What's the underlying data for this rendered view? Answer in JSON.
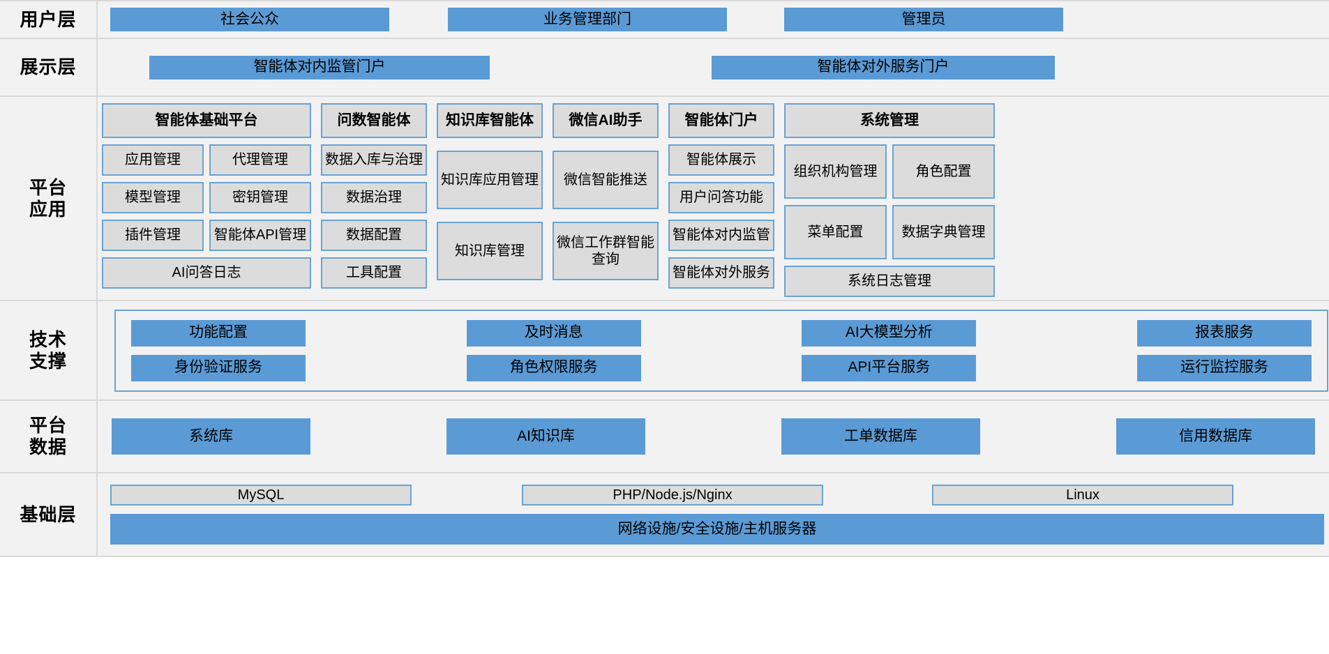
{
  "layers": {
    "user": {
      "label": "用户层",
      "items": [
        {
          "label": "社会公众"
        },
        {
          "label": "业务管理部门"
        },
        {
          "label": "管理员"
        }
      ]
    },
    "presentation": {
      "label": "展示层",
      "items": [
        {
          "label": "智能体对内监管门户"
        },
        {
          "label": "智能体对外服务门户"
        }
      ]
    },
    "platform_apps": {
      "label": "平台\n应用",
      "label_line1": "平台",
      "label_line2": "应用",
      "columns": [
        {
          "title": "智能体基础平台",
          "pairs": [
            [
              "应用管理",
              "代理管理"
            ],
            [
              "模型管理",
              "密钥管理"
            ],
            [
              "插件管理",
              "智能体API管理"
            ]
          ],
          "full": [
            "AI问答日志"
          ]
        },
        {
          "title": "问数智能体",
          "items": [
            "数据入库与治理",
            "数据治理",
            "数据配置",
            "工具配置"
          ]
        },
        {
          "title": "知识库智能体",
          "items": [
            "知识库应用管理",
            "知识库管理"
          ]
        },
        {
          "title": "微信AI助手",
          "items": [
            "微信智能推送",
            "微信工作群智能查询"
          ]
        },
        {
          "title": "智能体门户",
          "items": [
            "智能体展示",
            "用户问答功能",
            "智能体对内监管",
            "智能体对外服务"
          ]
        },
        {
          "title": "系统管理",
          "pairs": [
            [
              "组织机构管理",
              "角色配置"
            ],
            [
              "菜单配置",
              "数据字典管理"
            ]
          ],
          "full": [
            "系统日志管理"
          ]
        }
      ]
    },
    "tech_support": {
      "label_line1": "技术",
      "label_line2": "支撑",
      "row1": [
        "功能配置",
        "及时消息",
        "AI大模型分析",
        "报表服务"
      ],
      "row2": [
        "身份验证服务",
        "角色权限服务",
        "API平台服务",
        "运行监控服务"
      ]
    },
    "platform_data": {
      "label_line1": "平台",
      "label_line2": "数据",
      "items": [
        "系统库",
        "AI知识库",
        "工单数据库",
        "信用数据库"
      ]
    },
    "infrastructure": {
      "label": "基础层",
      "top": [
        "MySQL",
        "PHP/Node.js/Nginx",
        "Linux"
      ],
      "bottom": "网络设施/安全设施/主机服务器"
    }
  },
  "colors": {
    "blue": "#5b9bd5",
    "blue_border": "#6aa3d5",
    "grey_fill": "#dcdcdc",
    "band_bg": "#f2f2f2",
    "band_divider": "#d9d9d9"
  }
}
